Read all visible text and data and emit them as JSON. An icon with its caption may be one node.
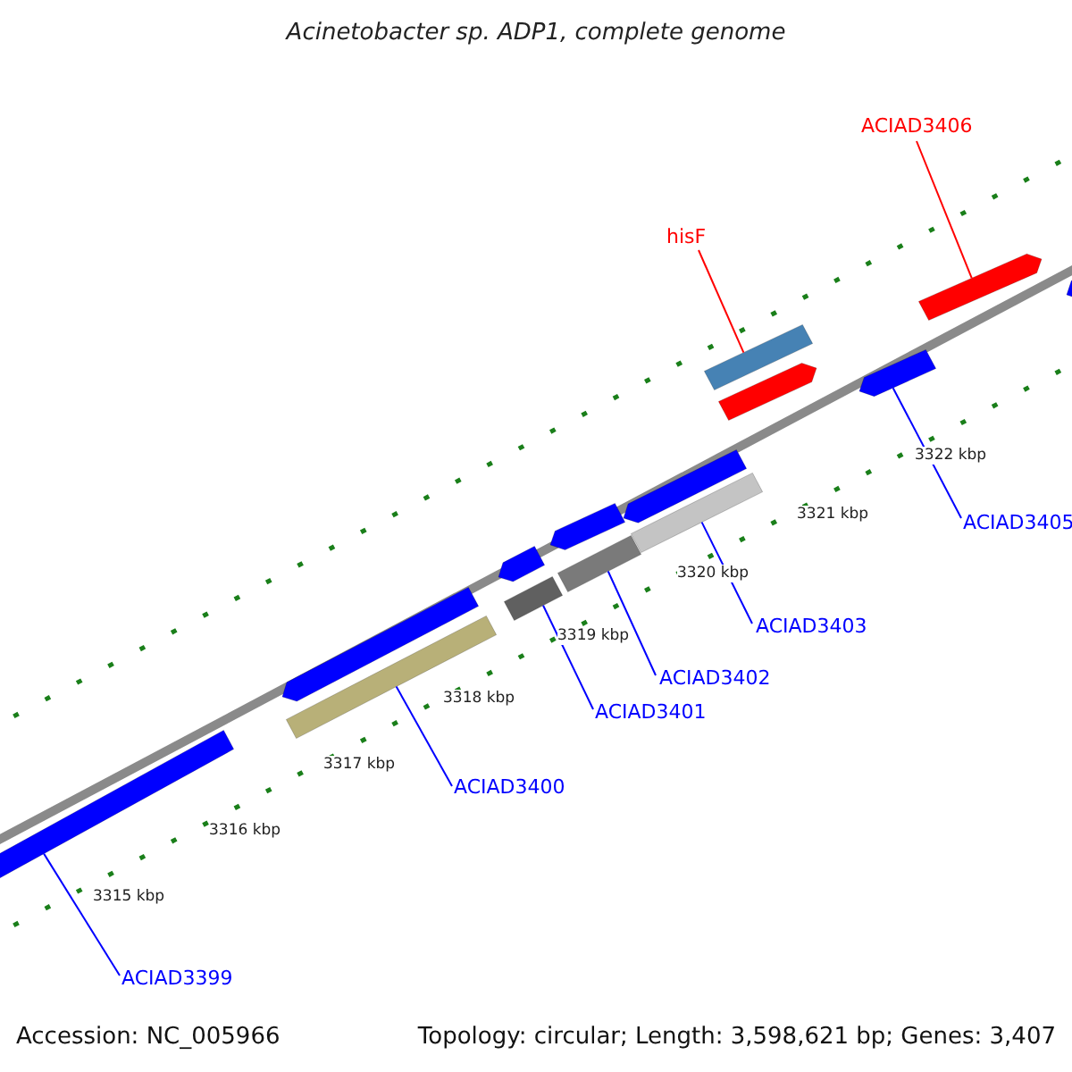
{
  "diagram": {
    "title": "Acinetobacter sp. ADP1, complete genome",
    "nodes": [
      {
        "text": [
          "ACIAD3406"
        ]
      },
      {
        "text": [
          "hisF"
        ]
      },
      {
        "text": [
          "ACIAD3405"
        ]
      },
      {
        "text": [
          "ACIAD3403"
        ]
      },
      {
        "text": [
          "ACIAD3402"
        ]
      },
      {
        "text": [
          "ACIAD3401"
        ]
      },
      {
        "text": [
          "ACIAD3400"
        ]
      },
      {
        "text": [
          "ACIAD3399"
        ]
      },
      {
        "text": [],
        "shape": "bar"
      },
      {
        "text": [],
        "shape": "bar"
      },
      {
        "text": [],
        "shape": "bar"
      },
      {
        "text": [],
        "shape": "bar"
      },
      {
        "text": [],
        "shape": "bar"
      },
      {
        "text": [],
        "shape": "bar"
      },
      {
        "text": [],
        "shape": "bar"
      },
      {
        "text": [],
        "shape": "bar"
      },
      {
        "text": [],
        "shape": "bar"
      },
      {
        "text": [],
        "shape": "bar"
      },
      {
        "text": [],
        "shape": "bar"
      },
      {
        "text": [],
        "shape": "bar"
      },
      {
        "text": [],
        "shape": "bar"
      },
      {
        "text": [],
        "shape": "bar"
      }
    ],
    "edges": [
      {
        "from": 0,
        "to": 20,
        "arrow": "none",
        "color": "#ff0000"
      },
      {
        "from": 1,
        "to": 17,
        "arrow": "none",
        "color": "#ff0000"
      },
      {
        "from": 2,
        "to": 19,
        "arrow": "none"
      },
      {
        "from": 3,
        "to": 16,
        "arrow": "none"
      },
      {
        "from": 4,
        "to": 14,
        "arrow": "none"
      },
      {
        "from": 5,
        "to": 12,
        "arrow": "none"
      },
      {
        "from": 6,
        "to": 10,
        "arrow": "none"
      },
      {
        "from": 7,
        "to": 8,
        "arrow": "none"
      }
    ],
    "labels": [
      "3322 kbp",
      "3321 kbp",
      "3320 kbp",
      "3319 kbp",
      "3318 kbp",
      "3317 kbp",
      "3316 kbp",
      "3315 kbp",
      "Accession: NC_005966",
      "Topology: circular; Length: 3,598,621 bp; Genes: 3,407"
    ]
  }
}
